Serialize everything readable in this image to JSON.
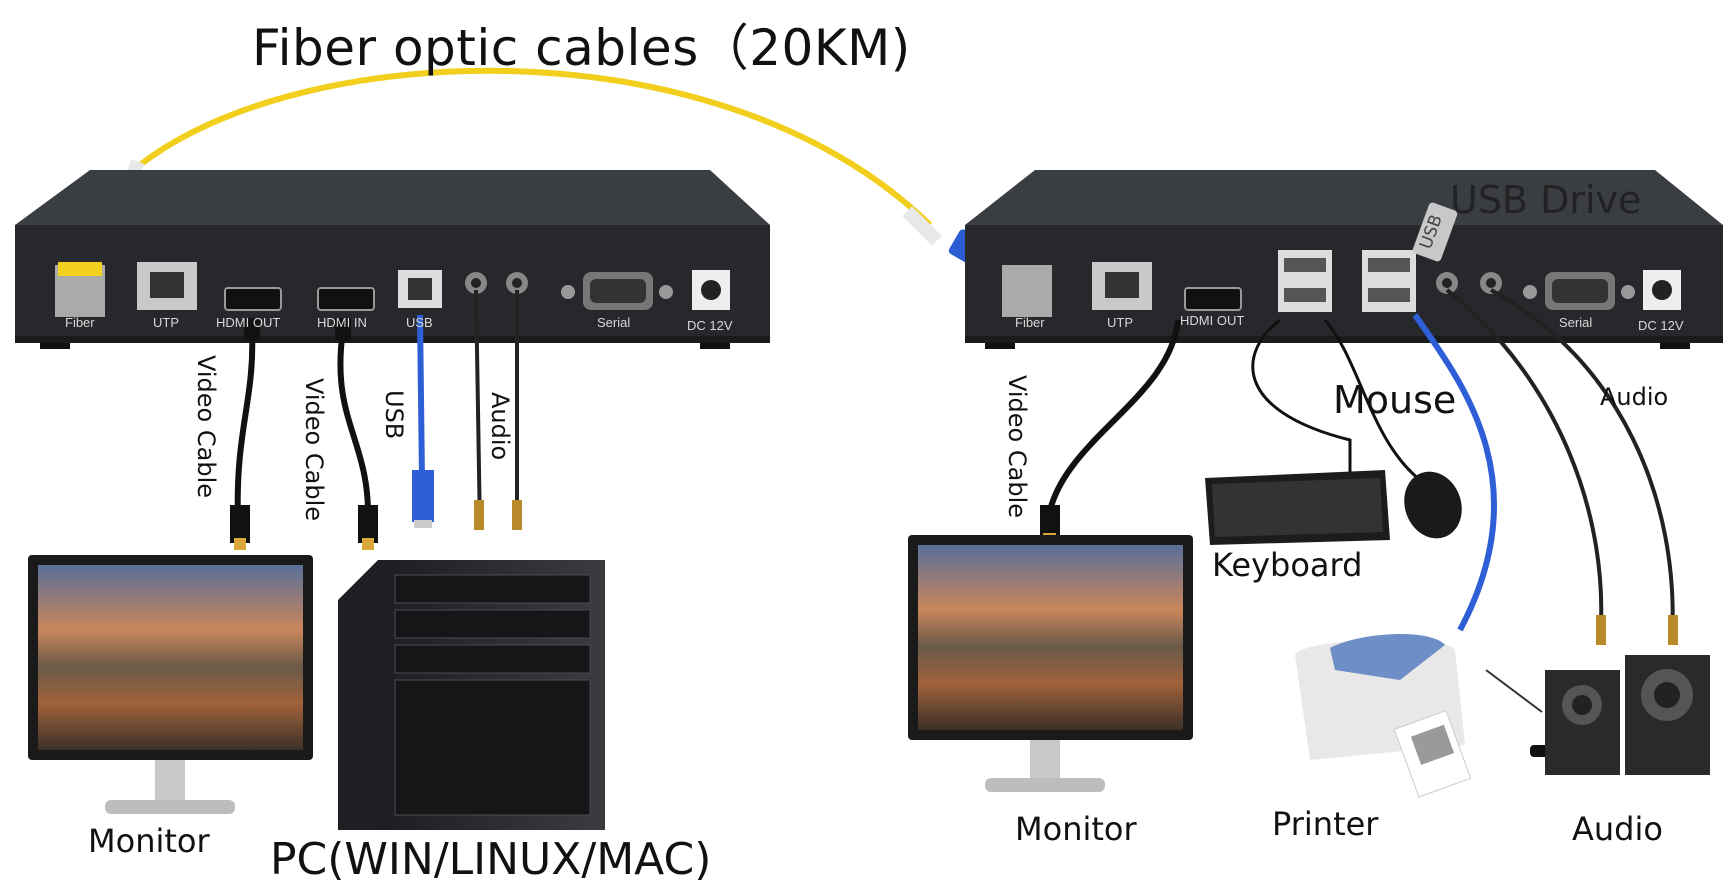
{
  "title": "Fiber optic cables（20KM)",
  "transmitter": {
    "ports": [
      "Fiber",
      "UTP",
      "HDMI OUT",
      "HDMI IN",
      "USB",
      "Serial",
      "DC 12V"
    ],
    "cables": [
      "Video Cable",
      "Video Cable",
      "USB",
      "Audio"
    ],
    "devices": {
      "monitor": "Monitor",
      "pc": "PC(WIN/LINUX/MAC)"
    }
  },
  "receiver": {
    "ports": [
      "Fiber",
      "UTP",
      "HDMI OUT",
      "Serial",
      "DC 12V"
    ],
    "usb_drive": "USB Drive",
    "usb_tag": "USB",
    "cables": [
      "Video Cable",
      "Mouse",
      "Audio"
    ],
    "devices": {
      "keyboard": "Keyboard",
      "monitor": "Monitor",
      "printer": "Printer",
      "audio": "Audio"
    }
  },
  "colors": {
    "fiber_cable": "#f2cf1d",
    "usb_cable": "#2f5fd6",
    "box": "#26282c",
    "box_top": "#3a3d42",
    "text": "#111111"
  }
}
